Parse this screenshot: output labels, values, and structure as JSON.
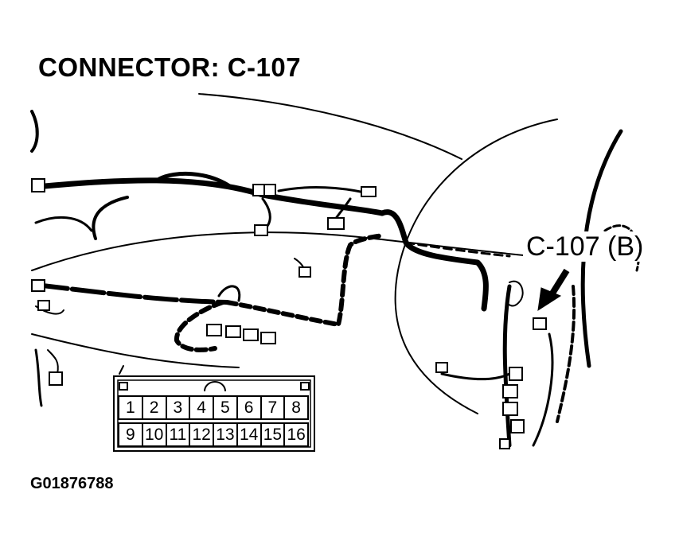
{
  "title": "CONNECTOR: C-107",
  "callout_label": "C-107 (B)",
  "figure_id": "G01876788",
  "connector_face": {
    "top_row": [
      "1",
      "2",
      "3",
      "4",
      "5",
      "6",
      "7",
      "8"
    ],
    "bottom_row": [
      "9",
      "10",
      "11",
      "12",
      "13",
      "14",
      "15",
      "16"
    ]
  },
  "colors": {
    "line": "#000000",
    "background": "#ffffff"
  }
}
